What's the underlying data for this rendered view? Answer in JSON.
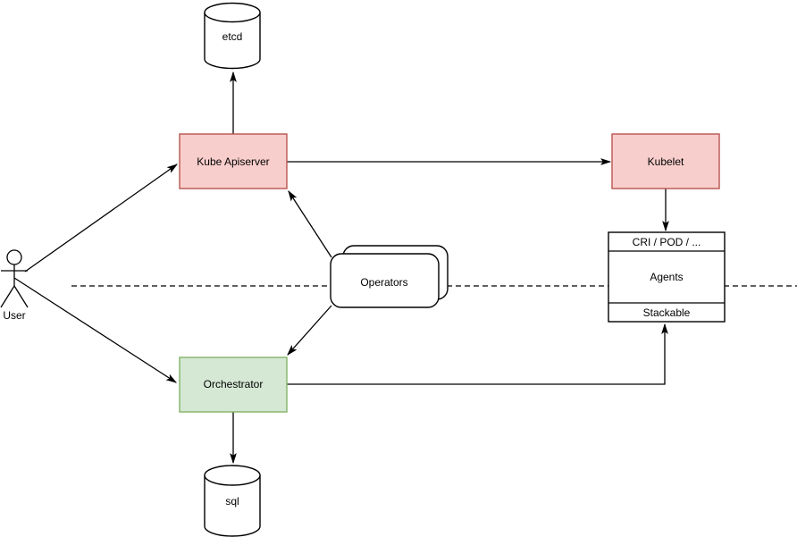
{
  "nodes": {
    "etcd": {
      "label": "etcd"
    },
    "kube_apiserver": {
      "label": "Kube Apiserver"
    },
    "kubelet": {
      "label": "Kubelet"
    },
    "cri_pod": {
      "label": "CRI / POD / ..."
    },
    "agents": {
      "label": "Agents"
    },
    "stackable": {
      "label": "Stackable"
    },
    "operators": {
      "label": "Operators"
    },
    "orchestrator": {
      "label": "Orchestrator"
    },
    "sql": {
      "label": "sql"
    },
    "user": {
      "label": "User"
    }
  },
  "colors": {
    "red_fill": "#F8CECC",
    "red_stroke": "#B85450",
    "green_fill": "#D5E8D4",
    "green_stroke": "#82B366",
    "shape_fill": "#FFFFFF",
    "line": "#000000",
    "text": "#000000",
    "background": "#FFFFFF"
  }
}
